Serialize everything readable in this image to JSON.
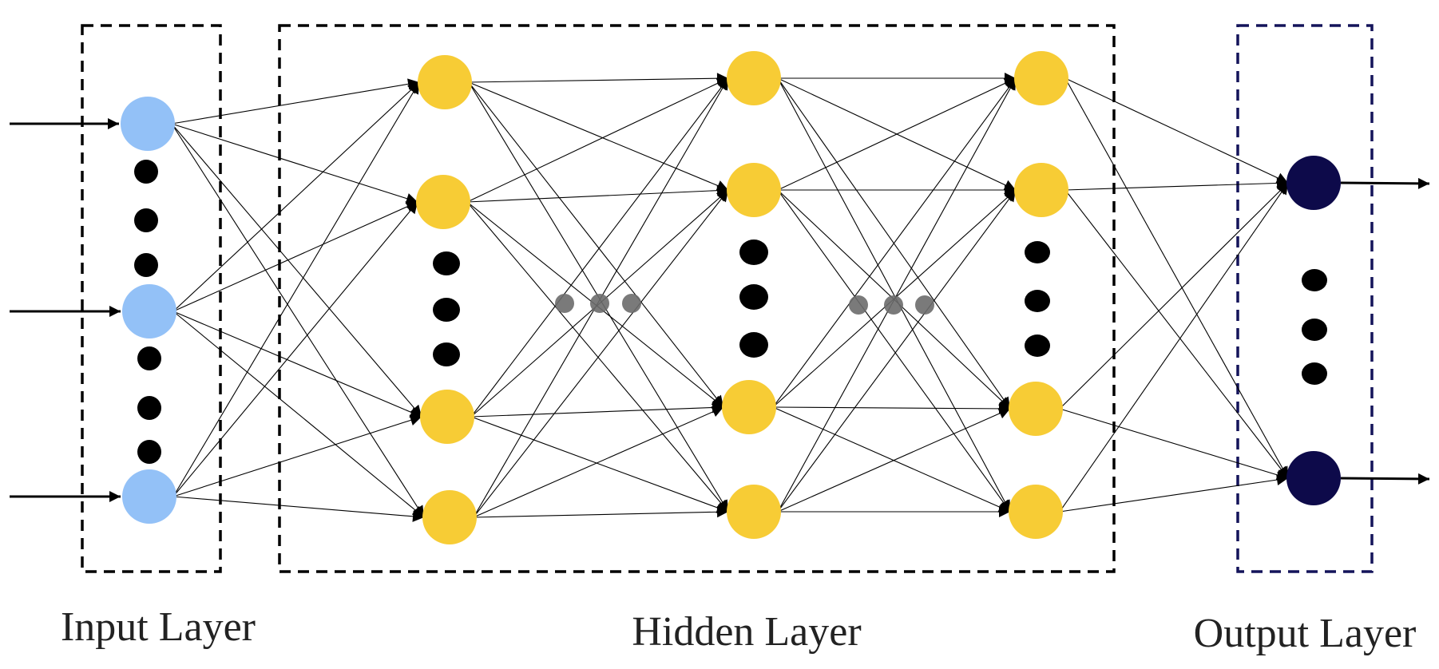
{
  "labels": {
    "input": "Input Layer",
    "hidden": "Hidden Layer",
    "output": "Output Layer"
  },
  "colors": {
    "input_node": "#93c1f7",
    "hidden_node": "#f7cc35",
    "output_node": "#0d0a4a",
    "ellipsis_dot": "#000000",
    "between_dots": "#6b6b6b",
    "input_box": "#000000",
    "hidden_box": "#000000",
    "output_box": "#14145a",
    "label_text": "#222222"
  },
  "layers": [
    {
      "role": "input",
      "node_count_drawn": 3,
      "ellipsis_between_nodes": true
    },
    {
      "role": "hidden",
      "node_count_drawn": 4,
      "ellipsis": "vertical"
    },
    {
      "role": "hidden",
      "node_count_drawn": 4,
      "ellipsis": "vertical"
    },
    {
      "role": "hidden",
      "node_count_drawn": 4,
      "ellipsis": "vertical"
    },
    {
      "role": "output",
      "node_count_drawn": 2,
      "ellipsis": "vertical"
    }
  ],
  "icons": {
    "node": "circle-icon",
    "ellipsis": "dots-icon",
    "arrow": "arrow-right-icon"
  }
}
